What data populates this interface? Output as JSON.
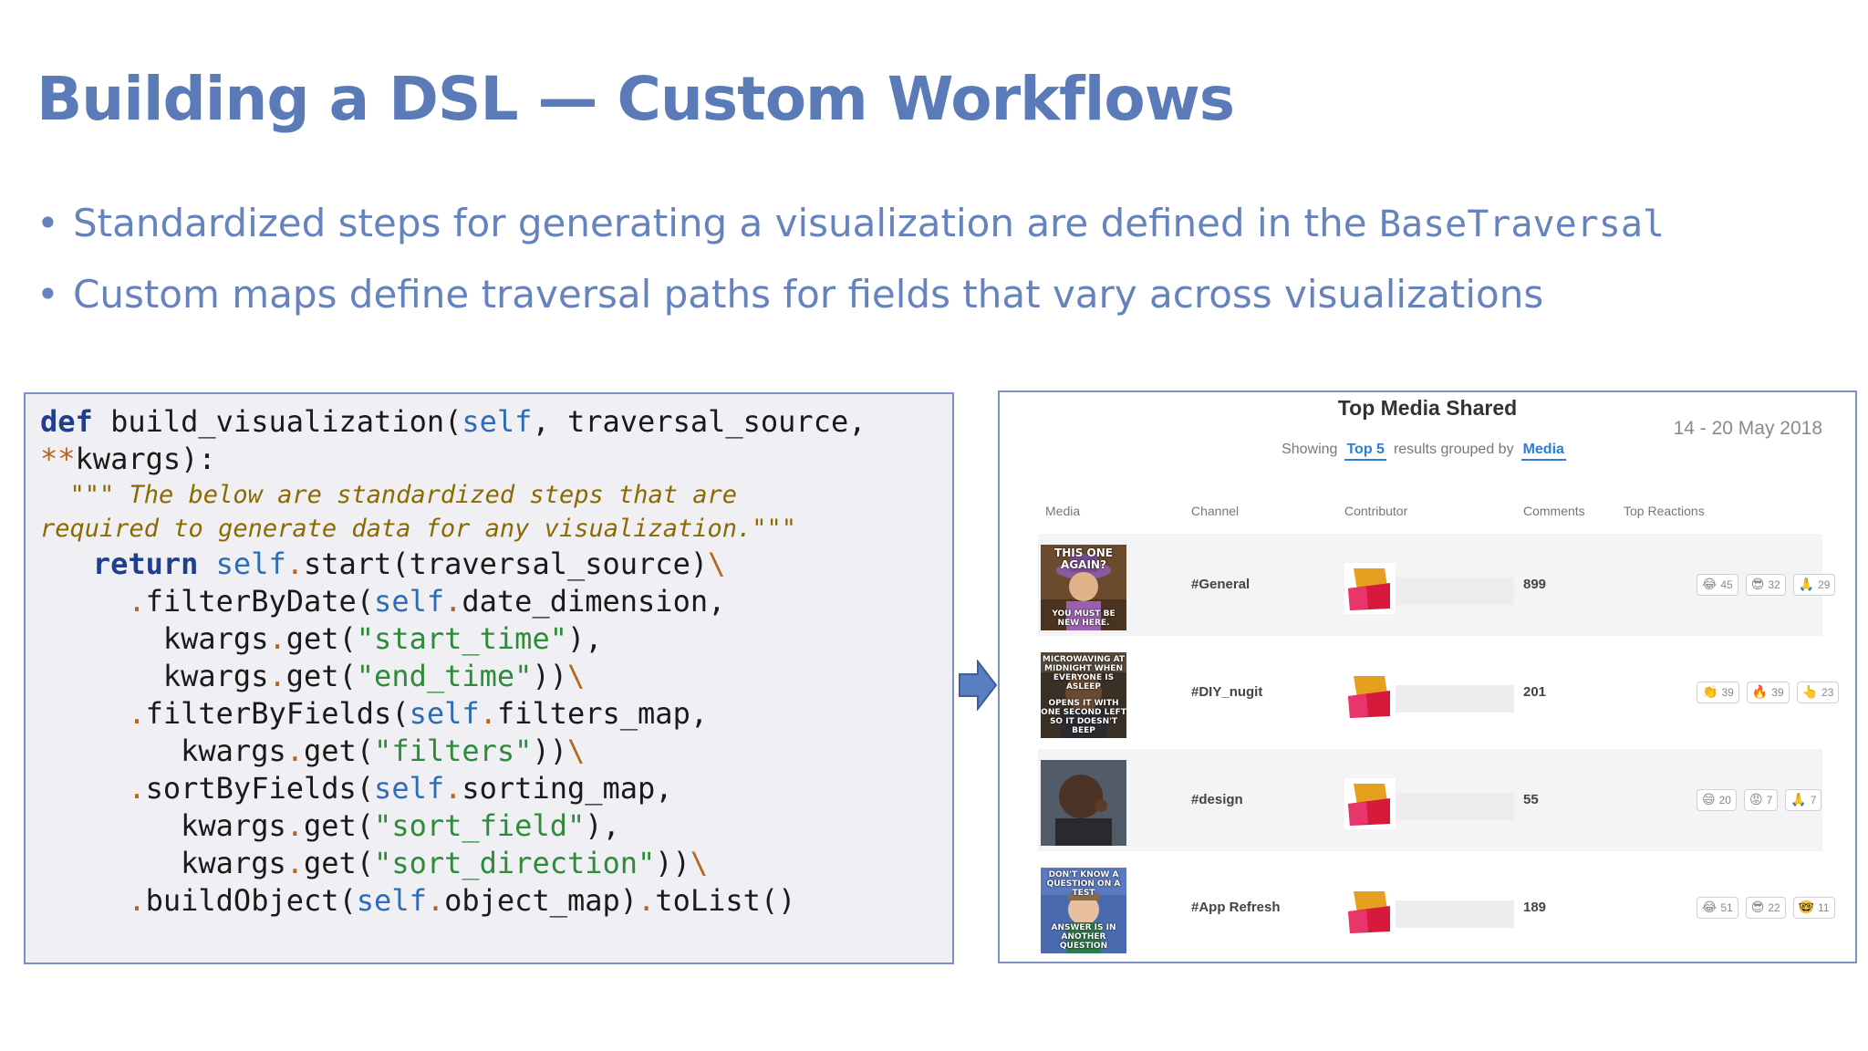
{
  "slide": {
    "title": "Building a DSL — Custom Workflows",
    "bullets": [
      {
        "text": "Standardized steps for generating a visualization are defined in the ",
        "code": "BaseTraversal"
      },
      {
        "text": "Custom maps define traversal paths for fields that vary across visualizations",
        "code": ""
      }
    ]
  },
  "code": {
    "def": "def",
    "fn": " build_visualization(",
    "self": "self",
    "params": ", traversal_source,",
    "stars": "**",
    "kwargs": "kwargs):",
    "doc1": "  \"\"\" The below are standardized steps that are",
    "doc2": "required to generate data for any visualization.\"\"\"",
    "ret_indent": "   ",
    "ret": "return",
    "sp": " ",
    "start": "start(traversal_source)",
    "bs": "\\",
    "dot": ".",
    "filterByDate": "filterByDate(",
    "date_dim": "date_dimension,",
    "kw": "kwargs",
    "get": "get(",
    "start_time": "\"start_time\"",
    "end_time": "\"end_time\"",
    "close1": "),",
    "close2": "))",
    "filterByFields": "filterByFields(",
    "filters_map": "filters_map,",
    "filters": "\"filters\"",
    "sortByFields": "sortByFields(",
    "sorting_map": "sorting_map,",
    "sort_field": "\"sort_field\"",
    "sort_direction": "\"sort_direction\"",
    "buildObject": "buildObject(",
    "object_map": "object_map)",
    "toList": "toList()",
    "i1": "     ",
    "i2": "       ",
    "i3": "        "
  },
  "dashboard": {
    "title": "Top Media Shared",
    "date_range": "14 - 20 May 2018",
    "showing": "Showing",
    "top": "Top 5",
    "grouped": "results grouped by",
    "grouped_by": "Media",
    "columns": [
      "Media",
      "Channel",
      "Contributor",
      "Comments",
      "Top Reactions"
    ],
    "rows": [
      {
        "channel": "#General",
        "comments": "899",
        "caption_top": "THIS ONE AGAIN?",
        "caption_bottom": "YOU MUST BE NEW HERE.",
        "reactions": [
          {
            "emoji": "😂",
            "count": "45"
          },
          {
            "emoji": "😎",
            "count": "32"
          },
          {
            "emoji": "🙏",
            "count": "29"
          }
        ]
      },
      {
        "channel": "#DIY_nugit",
        "comments": "201",
        "caption_top": "MICROWAVING AT MIDNIGHT WHEN EVERYONE IS ASLEEP",
        "caption_bottom": "OPENS IT WITH ONE SECOND LEFT SO IT DOESN'T BEEP",
        "reactions": [
          {
            "emoji": "👏",
            "count": "39"
          },
          {
            "emoji": "🔥",
            "count": "39"
          },
          {
            "emoji": "👆",
            "count": "23"
          }
        ]
      },
      {
        "channel": "#design",
        "comments": "55",
        "caption_top": "",
        "caption_bottom": "",
        "reactions": [
          {
            "emoji": "😄",
            "count": "20"
          },
          {
            "emoji": "😡",
            "count": "7"
          },
          {
            "emoji": "🙏",
            "count": "7"
          }
        ]
      },
      {
        "channel": "#App Refresh",
        "comments": "189",
        "caption_top": "DON'T KNOW A QUESTION ON A TEST",
        "caption_bottom": "ANSWER IS IN ANOTHER QUESTION",
        "reactions": [
          {
            "emoji": "😂",
            "count": "51"
          },
          {
            "emoji": "😎",
            "count": "22"
          },
          {
            "emoji": "🤓",
            "count": "11"
          }
        ]
      }
    ]
  }
}
